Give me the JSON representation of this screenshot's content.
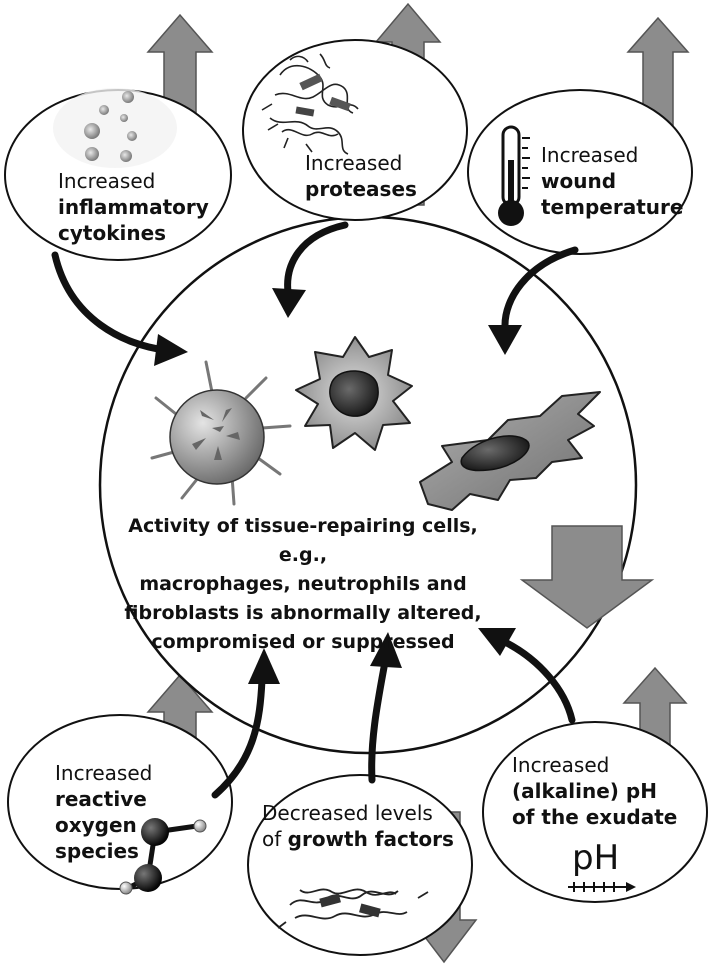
{
  "nodes": {
    "cytokines": {
      "line1": "Increased",
      "line2": "inflammatory",
      "line3": "cytokines"
    },
    "proteases": {
      "line1": "Increased",
      "line2": "proteases"
    },
    "temperature": {
      "line1": "Increased",
      "line2": "wound",
      "line3": "temperature"
    },
    "ros": {
      "line1": "Increased",
      "line2": "reactive",
      "line3": "oxygen",
      "line4": "species"
    },
    "growth_factors": {
      "line1": "Decreased levels",
      "line2_prefix": "of ",
      "line2_bold": "growth factors"
    },
    "ph": {
      "line1": "Increased",
      "line2": "(alkaline) pH",
      "line3": "of the exudate",
      "symbol": "pH"
    }
  },
  "center": {
    "line1": "Activity of tissue-repairing cells, e.g.,",
    "line2": "macrophages, neutrophils and",
    "line3": "fibroblasts is abnormally altered,",
    "line4": "compromised or suppressed"
  },
  "colors": {
    "arrow_fill": "#8c8c8c",
    "arrow_stroke": "#555555",
    "curve_arrow": "#111111",
    "outline": "#111111"
  }
}
